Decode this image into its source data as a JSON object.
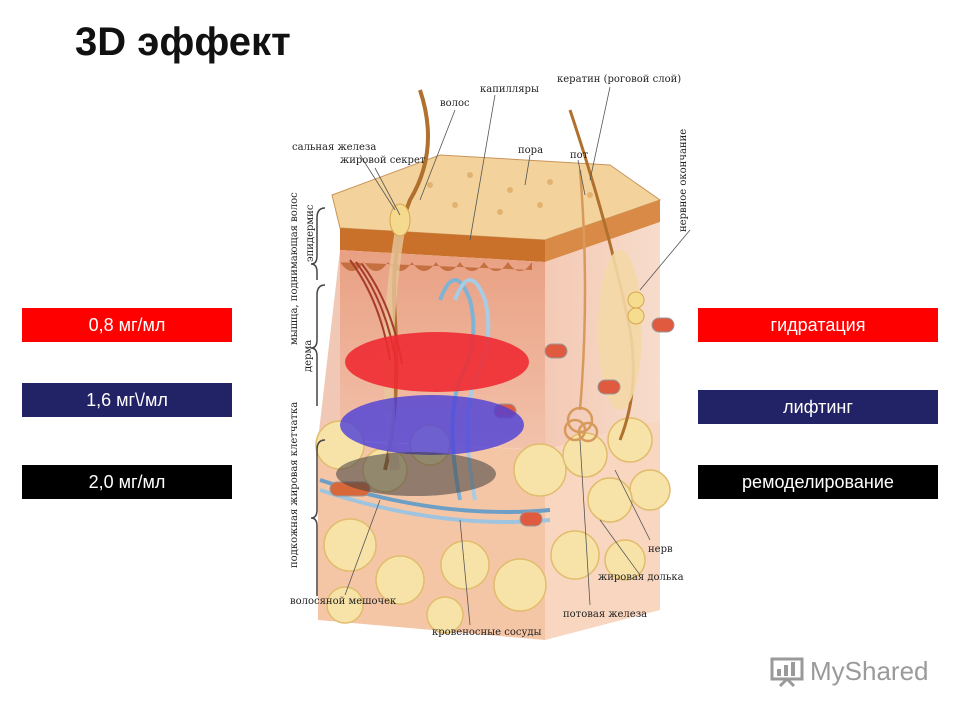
{
  "title": "3D эффект",
  "left_badges": [
    {
      "label": "0,8 мг/мл",
      "color": "#ff0000"
    },
    {
      "label": "1,6 мг\\/мл",
      "color": "#222266"
    },
    {
      "label": "2,0 мг/мл",
      "color": "#000000"
    }
  ],
  "right_badges": [
    {
      "label": "гидратация",
      "color": "#ff0000"
    },
    {
      "label": "лифтинг",
      "color": "#222266"
    },
    {
      "label": "ремоделирование",
      "color": "#000000"
    }
  ],
  "diagram_labels": {
    "hair": "волос",
    "capillaries": "капилляры",
    "keratin": "кератин (роговой слой)",
    "sebaceous_gland": "сальная железа",
    "fatty_secretion": "жировой секрет",
    "pore": "пора",
    "sweat": "пот",
    "nerve_ending": "нервное окончание",
    "arrector_muscle": "мышца, поднимающая волос",
    "epidermis": "эпидермис",
    "dermis": "дерма",
    "subcutaneous": "подкожная жировая клетчатка",
    "nerve": "нерв",
    "fat_lobule": "жировая долька",
    "sweat_gland": "потовая железа",
    "hair_follicle": "волосяной мешочек",
    "blood_vessels": "кровеносные сосуды"
  },
  "logo": {
    "text": "MyShared",
    "icon": "presentation-icon"
  }
}
